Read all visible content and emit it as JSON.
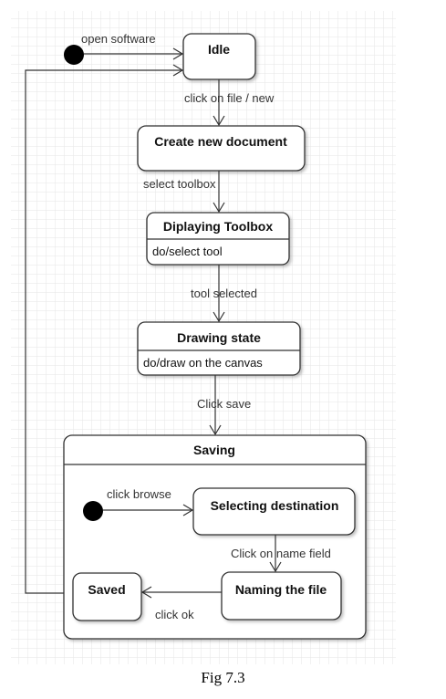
{
  "diagram": {
    "states": {
      "idle": "Idle",
      "create": "Create new document",
      "toolbox": "Diplaying Toolbox",
      "toolbox_activity": "do/select tool",
      "drawing": "Drawing state",
      "drawing_activity": "do/draw on the canvas",
      "saving": "Saving",
      "selecting": "Selecting destination",
      "naming": "Naming the file",
      "saved": "Saved"
    },
    "transitions": {
      "open": "open software",
      "click_file": "click on file / new",
      "select_toolbox": "select toolbox",
      "tool_selected": "tool selected",
      "click_save": "Click save",
      "click_browse": "click browse",
      "click_name": "Click on name field",
      "click_ok": "click ok"
    },
    "caption": "Fig 7.3"
  }
}
